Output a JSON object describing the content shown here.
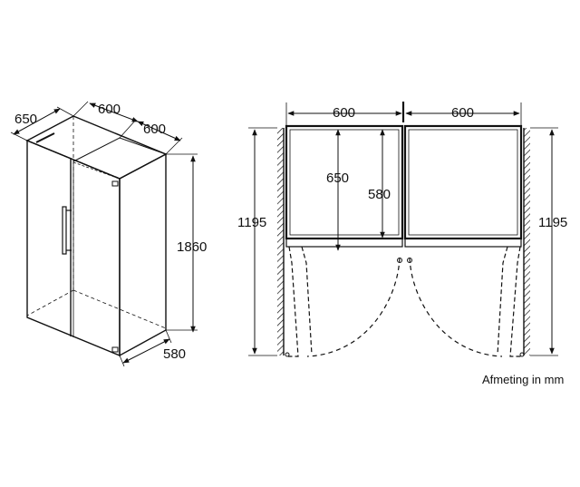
{
  "left_view": {
    "depth_label": "650",
    "width_left_label": "600",
    "width_right_label": "600",
    "height_label": "1860",
    "bottom_depth_label": "580"
  },
  "plan_view": {
    "top_left_width": "600",
    "top_right_width": "600",
    "depth_outer": "650",
    "depth_inner": "580",
    "left_clearance": "1195",
    "right_clearance": "1195"
  },
  "unit_note": "Afmeting in mm",
  "colors": {
    "line": "#111111",
    "background": "#ffffff"
  }
}
